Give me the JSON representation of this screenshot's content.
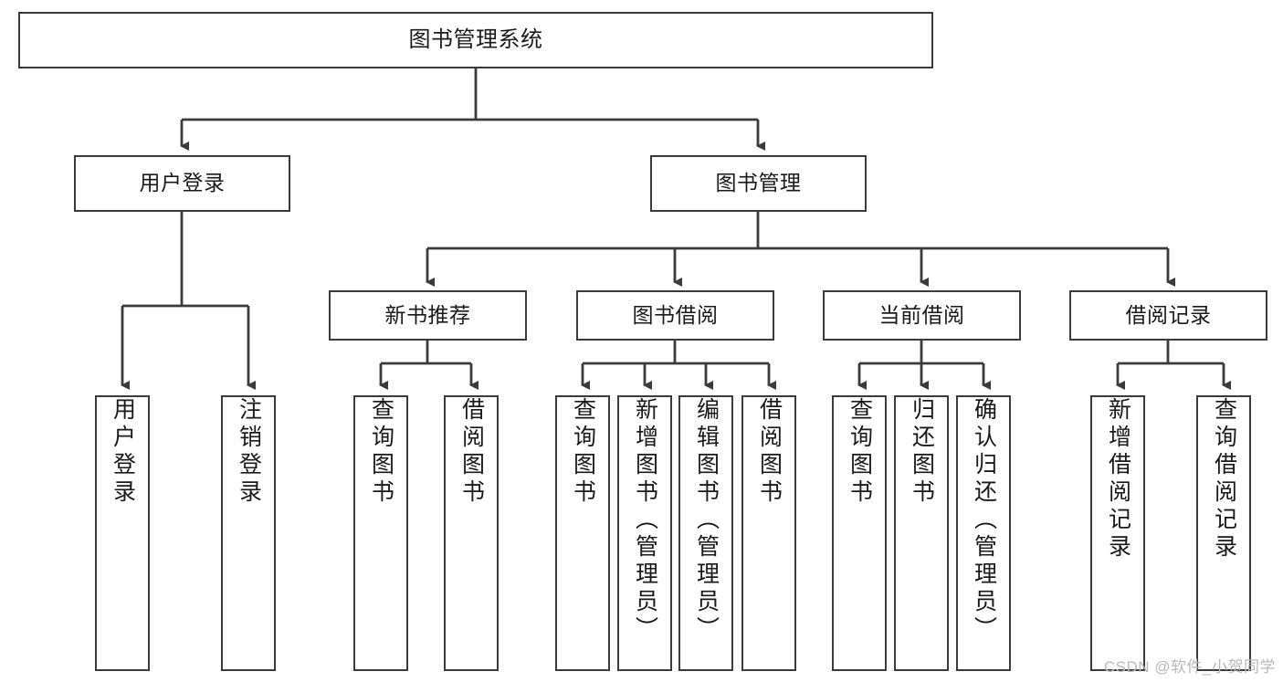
{
  "diagram": {
    "title": "图书管理系统",
    "type": "tree-hierarchy-diagram",
    "watermark": "CSDN @软件_小贺同学",
    "colors": {
      "box_border": "#3b3b3b",
      "box_fill": "#ffffff",
      "edge": "#3b3b3b",
      "text": "#1a1a1a",
      "background": "#ffffff",
      "watermark": "#b9b9b9"
    },
    "levels": {
      "root": {
        "label": "图书管理系统"
      },
      "level2": [
        {
          "label": "用户登录"
        },
        {
          "label": "图书管理"
        }
      ],
      "level3": [
        {
          "label": "新书推荐"
        },
        {
          "label": "图书借阅"
        },
        {
          "label": "当前借阅"
        },
        {
          "label": "借阅记录"
        }
      ],
      "leaves": {
        "user_login": [
          {
            "label": "用户登录"
          },
          {
            "label": "注销登录"
          }
        ],
        "new_book_recommend": [
          {
            "label": "查询图书"
          },
          {
            "label": "借阅图书"
          }
        ],
        "book_borrow": [
          {
            "label": "查询图书"
          },
          {
            "label": "新增图书（管理员）"
          },
          {
            "label": "编辑图书（管理员）"
          },
          {
            "label": "借阅图书"
          }
        ],
        "current_borrow": [
          {
            "label": "查询图书"
          },
          {
            "label": "归还图书"
          },
          {
            "label": "确认归还（管理员）"
          }
        ],
        "borrow_record": [
          {
            "label": "新增借阅记录"
          },
          {
            "label": "查询借阅记录"
          }
        ]
      }
    }
  }
}
